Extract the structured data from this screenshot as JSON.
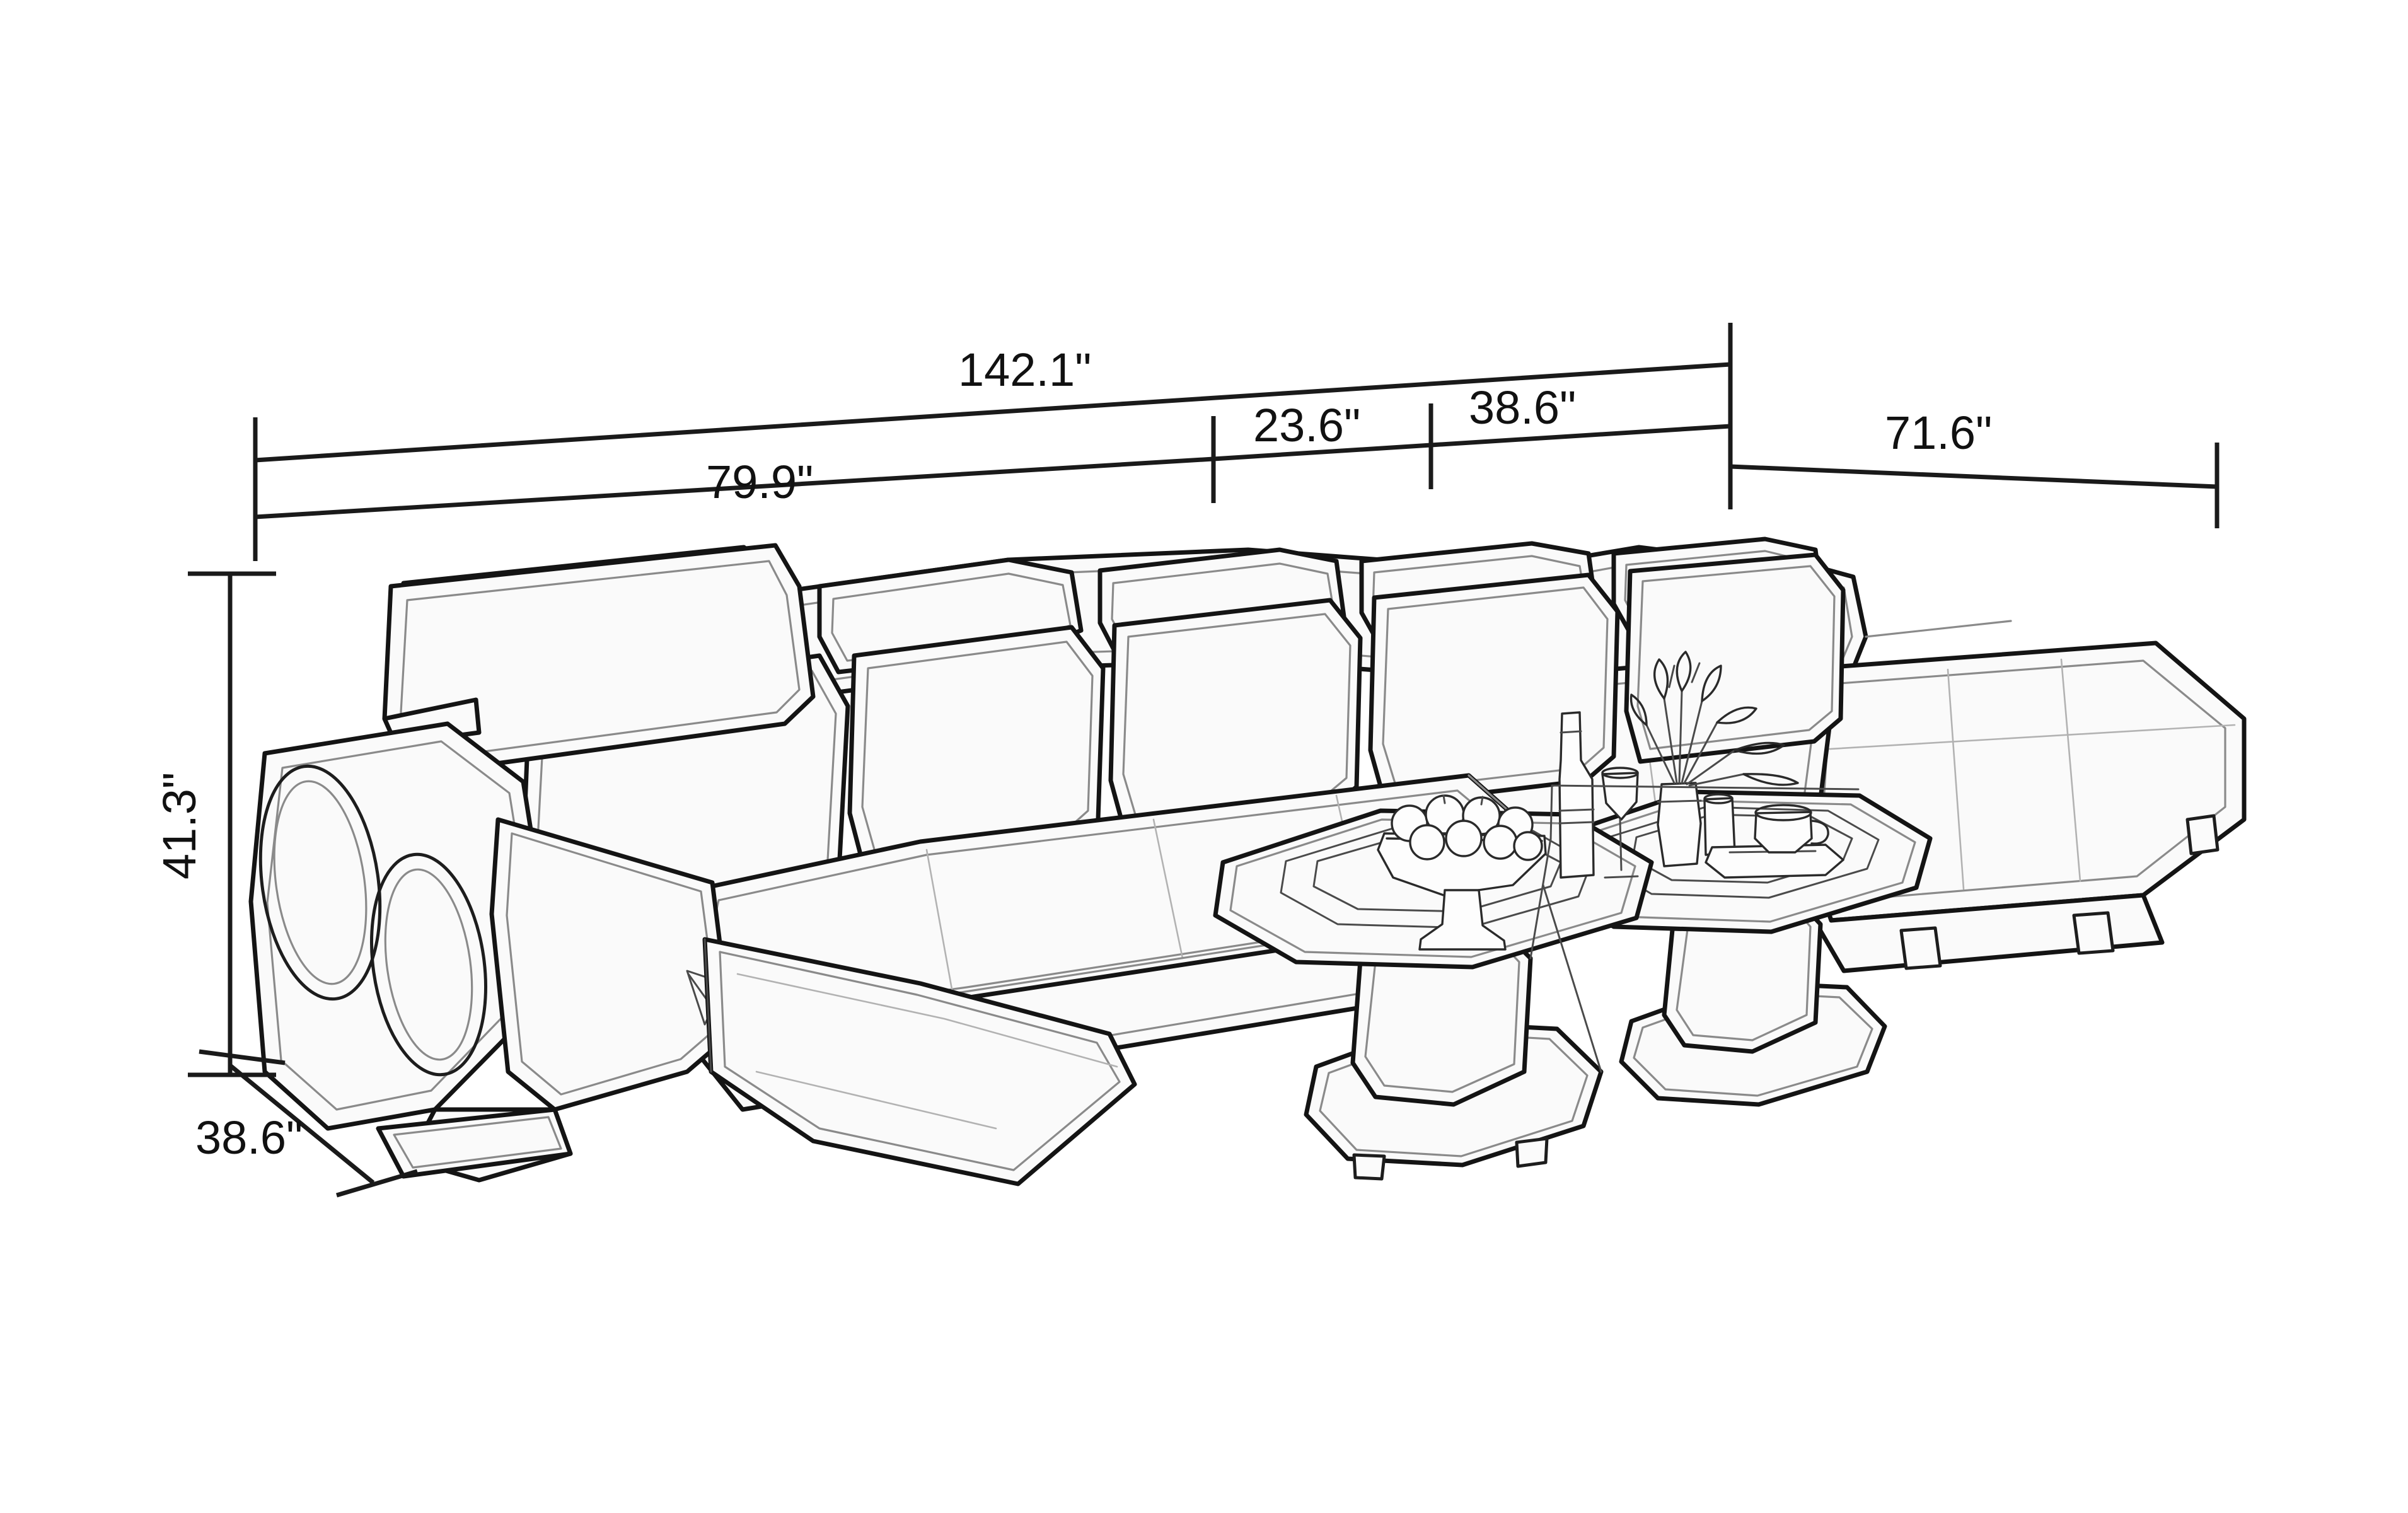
{
  "drawing": {
    "title": "Sectional Sofa Dimension Drawing",
    "subject": "modular reclining sectional sofa with chaise and round coffee tables",
    "view": "three-quarter isometric line drawing",
    "background_color": "#ffffff",
    "line_color": "#141414",
    "fill_color": "#fafafa",
    "unit_symbol": "\""
  },
  "dimensions": {
    "overall_width": {
      "label": "142.1\"",
      "value": 142.1,
      "unit": "in",
      "name": "overall-width",
      "placement": "top"
    },
    "left_section_width": {
      "label": "79.9\"",
      "value": 79.9,
      "unit": "in",
      "name": "left-section-width",
      "placement": "upper"
    },
    "middle_seat_width": {
      "label": "23.6\"",
      "value": 23.6,
      "unit": "in",
      "name": "middle-seat-width",
      "placement": "upper"
    },
    "corner_section_width": {
      "label": "38.6\"",
      "value": 38.6,
      "unit": "in",
      "name": "corner-section-width",
      "placement": "upper"
    },
    "chaise_width": {
      "label": "71.6\"",
      "value": 71.6,
      "unit": "in",
      "name": "chaise-width",
      "placement": "top-right"
    },
    "overall_height": {
      "label": "41.3\"",
      "value": 41.3,
      "unit": "in",
      "name": "overall-height",
      "placement": "left-vertical"
    },
    "overall_depth": {
      "label": "38.6\"",
      "value": 38.6,
      "unit": "in",
      "name": "overall-depth",
      "placement": "bottom-left-diagonal"
    }
  },
  "parts": {
    "left_recliner": "left-recliner-module",
    "roll_arm": "cylindrical-roll-arm",
    "footrest": "extended-footrest",
    "seat_cushions": "seat-cushion-row",
    "back_cushions": "back-cushion-row",
    "headrests": "adjustable-headrest-row",
    "chaise": "right-chaise-module",
    "coffee_table_front": "round-coffee-table-front",
    "coffee_table_rear": "round-coffee-table-rear"
  },
  "tabletop_items": {
    "fruit_bowl": "fruit-bowl",
    "wine_bottle": "wine-bottle",
    "wine_glass": "wine-glass",
    "flower_vase": "flower-vase",
    "teacup": "teacup-and-saucer",
    "tumbler": "tumbler-glass"
  }
}
